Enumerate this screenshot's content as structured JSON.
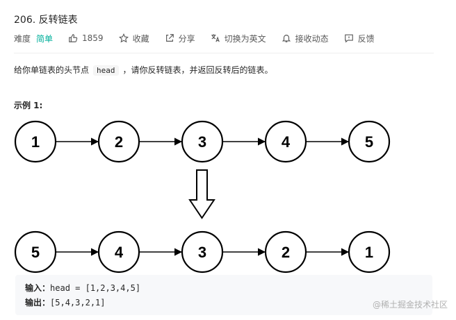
{
  "problem": {
    "title": "206. 反转链表",
    "difficulty_label": "难度",
    "difficulty_value": "简单",
    "likes": "1859",
    "favorite_label": "收藏",
    "share_label": "分享",
    "switch_lang_label": "切换为英文",
    "notifications_label": "接收动态",
    "feedback_label": "反馈"
  },
  "description": {
    "before": "给你单链表的头节点",
    "code": "head",
    "after": "，请你反转链表，并返回反转后的链表。"
  },
  "example": {
    "title": "示例 1:",
    "input_label": "输入：",
    "input_value": "head = [1,2,3,4,5]",
    "output_label": "输出：",
    "output_value": "[5,4,3,2,1]"
  },
  "diagram": {
    "top_nodes": [
      "1",
      "2",
      "3",
      "4",
      "5"
    ],
    "bottom_nodes": [
      "5",
      "4",
      "3",
      "2",
      "1"
    ]
  },
  "watermark": "@稀土掘金技术社区",
  "colors": {
    "accent_easy": "#00af9b",
    "codebox_bg": "#f7f8fa"
  }
}
